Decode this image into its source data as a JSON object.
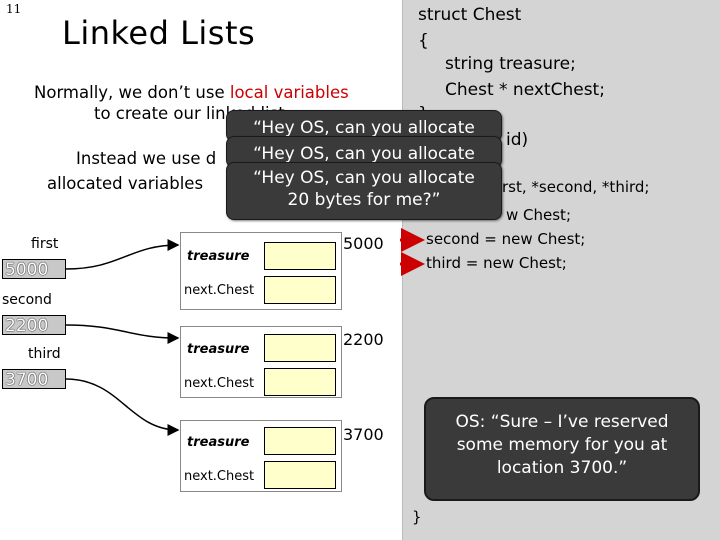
{
  "slide_number": "11",
  "title": "Linked Lists",
  "intro": {
    "line1_prefix": "Normally, we don’t use ",
    "line1_red": "local variables",
    "line2": "to create our linked list.",
    "line3_prefix": "Instead we use d",
    "line4": "allocated variables"
  },
  "code": {
    "line1": "struct Chest",
    "line2": "{",
    "line3": "string treasure;",
    "line4": "Chest * nextChest;",
    "line5": "};",
    "line6": "id)",
    "line7": "rst, *second, *third;",
    "line8": "w Chest;",
    "line9": "second = new Chest;",
    "line10": "third = new Chest;",
    "closing": "}"
  },
  "callouts": {
    "back1": "“Hey OS, can you allocate",
    "back2": "“Hey OS, can you allocate",
    "front_line1": "“Hey OS, can you allocate",
    "front_line2": "20 bytes for me?”"
  },
  "os_reply": "OS: “Sure – I’ve reserved some memory for you at location 3700.”",
  "variables": [
    {
      "label": "first",
      "value": "5000"
    },
    {
      "label": "second",
      "value": "2200"
    },
    {
      "label": "third",
      "value": "3700"
    }
  ],
  "nodes": [
    {
      "treasure_label": "treasure",
      "next_label": "next.Chest",
      "address": "5000"
    },
    {
      "treasure_label": "treasure",
      "next_label": "next.Chest",
      "address": "2200"
    },
    {
      "treasure_label": "treasure",
      "next_label": "next.Chest",
      "address": "3700"
    }
  ],
  "colors": {
    "accent_red": "#cc0000",
    "panel_gray": "#d4d4d4",
    "callout_dark": "#3a3a3a",
    "field_yellow": "#ffffcc"
  }
}
